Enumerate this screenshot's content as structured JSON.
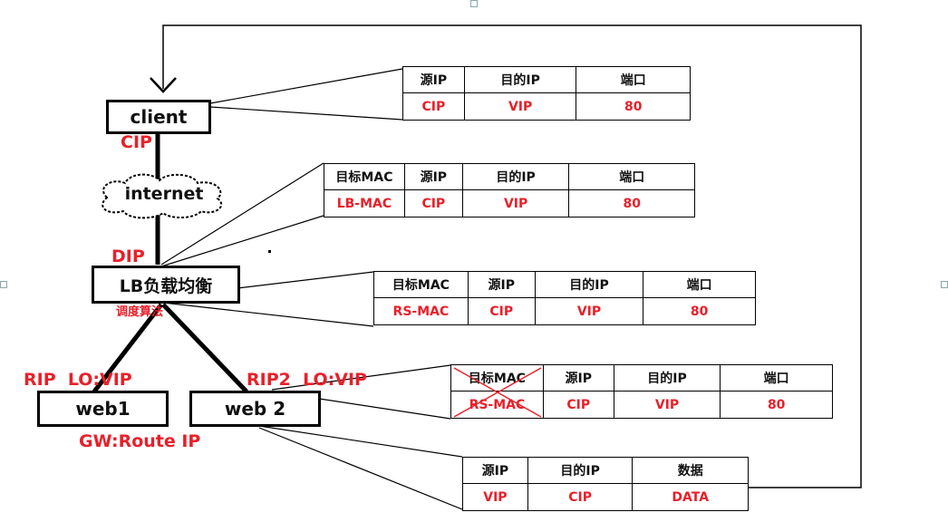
{
  "nodes": {
    "client": "client",
    "internet": "internet",
    "lb": "LB负载均衡",
    "web1": "web1",
    "web2": "web 2"
  },
  "labels": {
    "client_ip": "CIP",
    "lb_dip": "DIP",
    "lb_algorithm": "调度算法",
    "web1_rip": "RIP  LO:VIP",
    "web2_rip": "RIP2  LO:VIP",
    "gateway": "GW:Route IP"
  },
  "packets": [
    {
      "headers": [
        "源IP",
        "目的IP",
        "端口"
      ],
      "values": [
        "CIP",
        "VIP",
        "80"
      ]
    },
    {
      "headers": [
        "目标MAC",
        "源IP",
        "目的IP",
        "端口"
      ],
      "values": [
        "LB-MAC",
        "CIP",
        "VIP",
        "80"
      ]
    },
    {
      "headers": [
        "目标MAC",
        "源IP",
        "目的IP",
        "端口"
      ],
      "values": [
        "RS-MAC",
        "CIP",
        "VIP",
        "80"
      ]
    },
    {
      "headers": [
        "目标MAC",
        "源IP",
        "目的IP",
        "端口"
      ],
      "values": [
        "RS-MAC",
        "CIP",
        "VIP",
        "80"
      ]
    },
    {
      "headers": [
        "源IP",
        "目的IP",
        "数据"
      ],
      "values": [
        "VIP",
        "CIP",
        "DATA"
      ]
    }
  ],
  "colors": {
    "accent": "#e8202a",
    "line": "#000000"
  }
}
